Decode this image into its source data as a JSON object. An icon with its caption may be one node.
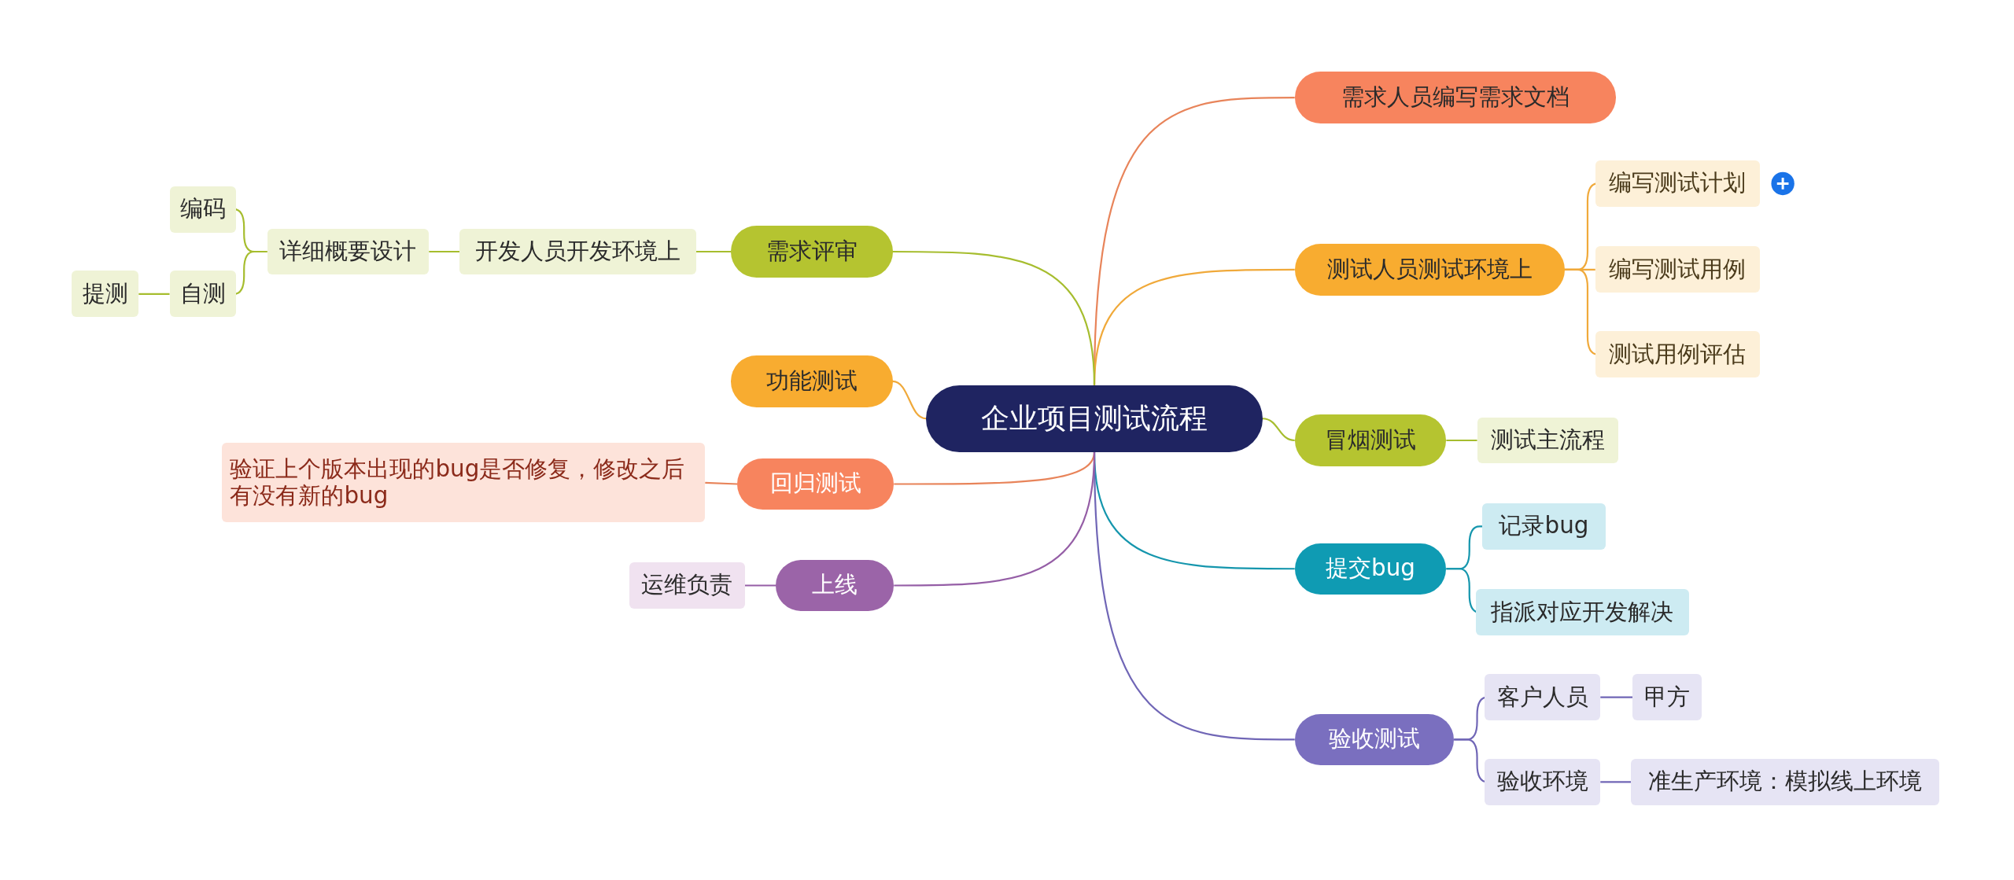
{
  "diagram": {
    "nodes": [
      {
        "text": [
          "企业项目测试流程"
        ]
      },
      {
        "text": [
          "需求人员编写需求文档"
        ]
      },
      {
        "text": [
          "测试人员测试环境上"
        ]
      },
      {
        "text": [
          "编写测试计划"
        ]
      },
      {
        "text": [
          "编写测试用例"
        ]
      },
      {
        "text": [
          "测试用例评估"
        ]
      },
      {
        "text": [
          "冒烟测试"
        ]
      },
      {
        "text": [
          "测试主流程"
        ]
      },
      {
        "text": [
          "提交bug"
        ]
      },
      {
        "text": [
          "记录bug"
        ]
      },
      {
        "text": [
          "指派对应开发解决"
        ]
      },
      {
        "text": [
          "验收测试"
        ]
      },
      {
        "text": [
          "客户人员"
        ]
      },
      {
        "text": [
          "甲方"
        ]
      },
      {
        "text": [
          "验收环境"
        ]
      },
      {
        "text": [
          "准生产环境：模拟线上环境"
        ]
      },
      {
        "text": [
          "需求评审"
        ]
      },
      {
        "text": [
          "开发人员开发环境上"
        ]
      },
      {
        "text": [
          "详细概要设计"
        ]
      },
      {
        "text": [
          "编码"
        ]
      },
      {
        "text": [
          "自测"
        ]
      },
      {
        "text": [
          "提测"
        ]
      },
      {
        "text": [
          "功能测试"
        ]
      },
      {
        "text": [
          "回归测试"
        ]
      },
      {
        "text": [
          "验证上个版本出现的bug是否修复，修改之后有没有新的bug"
        ]
      },
      {
        "text": [
          "上线"
        ]
      },
      {
        "text": [
          "运维负责"
        ]
      }
    ],
    "edges": [
      {
        "from": 0,
        "to": 1,
        "arrow": "none",
        "color": "#e8845a"
      },
      {
        "from": 0,
        "to": 2,
        "arrow": "none",
        "color": "#f0a93a"
      },
      {
        "from": 2,
        "to": 3,
        "arrow": "none",
        "color": "#f0a93a"
      },
      {
        "from": 2,
        "to": 4,
        "arrow": "none",
        "color": "#f0a93a"
      },
      {
        "from": 2,
        "to": 5,
        "arrow": "none",
        "color": "#f0a93a"
      },
      {
        "from": 0,
        "to": 6,
        "arrow": "none",
        "color": "#a6bd2e"
      },
      {
        "from": 6,
        "to": 7,
        "arrow": "none",
        "color": "#a6bd2e"
      },
      {
        "from": 0,
        "to": 8,
        "arrow": "none",
        "color": "#1596ad"
      },
      {
        "from": 8,
        "to": 9,
        "arrow": "none",
        "color": "#1596ad"
      },
      {
        "from": 8,
        "to": 10,
        "arrow": "none",
        "color": "#1596ad"
      },
      {
        "from": 0,
        "to": 11,
        "arrow": "none",
        "color": "#7066b6"
      },
      {
        "from": 11,
        "to": 12,
        "arrow": "none",
        "color": "#7066b6"
      },
      {
        "from": 12,
        "to": 13,
        "arrow": "none",
        "color": "#7066b6"
      },
      {
        "from": 11,
        "to": 14,
        "arrow": "none",
        "color": "#7066b6"
      },
      {
        "from": 14,
        "to": 15,
        "arrow": "none",
        "color": "#7066b6"
      },
      {
        "from": 0,
        "to": 16,
        "arrow": "none",
        "color": "#a6bd2e"
      },
      {
        "from": 16,
        "to": 17,
        "arrow": "none",
        "color": "#a6bd2e"
      },
      {
        "from": 17,
        "to": 18,
        "arrow": "none",
        "color": "#a6bd2e"
      },
      {
        "from": 18,
        "to": 19,
        "arrow": "none",
        "color": "#a6bd2e"
      },
      {
        "from": 18,
        "to": 20,
        "arrow": "none",
        "color": "#a6bd2e"
      },
      {
        "from": 20,
        "to": 21,
        "arrow": "none",
        "color": "#a6bd2e"
      },
      {
        "from": 0,
        "to": 22,
        "arrow": "none",
        "color": "#f0a93a"
      },
      {
        "from": 0,
        "to": 23,
        "arrow": "none",
        "color": "#e8845a"
      },
      {
        "from": 23,
        "to": 24,
        "arrow": "none",
        "color": "#e8845a"
      },
      {
        "from": 0,
        "to": 25,
        "arrow": "none",
        "color": "#955ea6"
      },
      {
        "from": 25,
        "to": 26,
        "arrow": "none",
        "color": "#955ea6"
      }
    ]
  }
}
